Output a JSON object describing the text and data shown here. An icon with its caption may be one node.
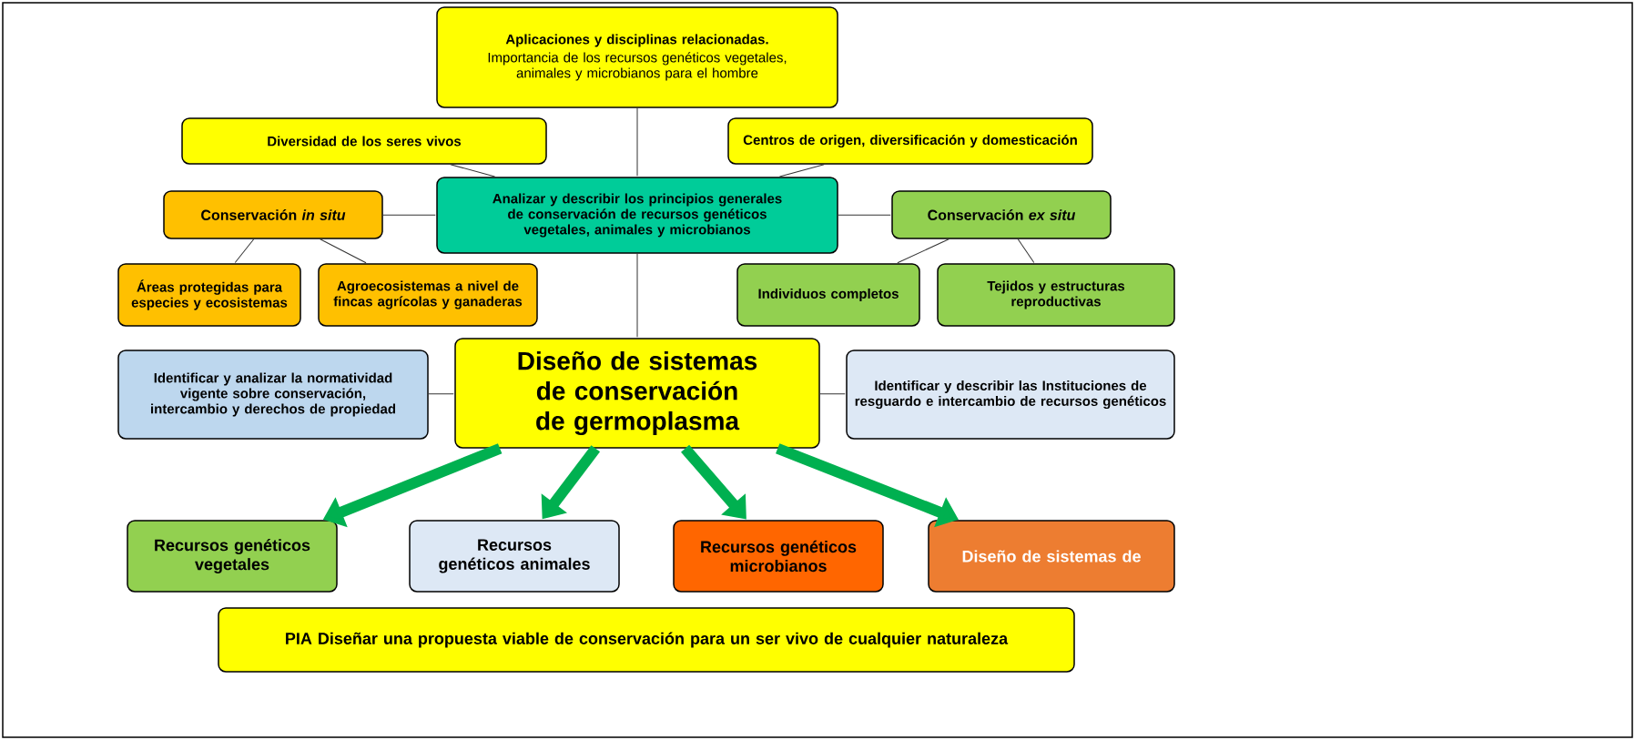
{
  "diagram": {
    "nodes": [
      {
        "text": [
          "Aplicaciones y disciplinas relacionadas.",
          "Importancia de los recursos genéticos vegetales, animales y microbianos para el hombre"
        ]
      },
      {
        "text": [
          "Diversidad de los seres vivos"
        ]
      },
      {
        "text": [
          "Centros de origen, diversificación y domesticación"
        ]
      },
      {
        "text": [
          "Analizar y describir los principios generales de conservación de recursos genéticos vegetales, animales y microbianos"
        ]
      },
      {
        "text": [
          "Conservación *in situ*"
        ]
      },
      {
        "text": [
          "Conservación *ex situ*"
        ]
      },
      {
        "text": [
          "Áreas protegidas para especies y ecosistemas"
        ]
      },
      {
        "text": [
          "Agroecosistemas a nivel de fincas agrícolas y ganaderas"
        ]
      },
      {
        "text": [
          "Individuos completos"
        ]
      },
      {
        "text": [
          "Tejidos y estructuras reproductivas"
        ]
      },
      {
        "text": [
          "Identificar y analizar la normatividad vigente sobre conservación, intercambio y derechos de propiedad"
        ]
      },
      {
        "text": [
          "Diseño de sistemas de conservación de germoplasma"
        ]
      },
      {
        "text": [
          "Identificar y describir las Instituciones de resguardo e intercambio de recursos genéticos"
        ]
      },
      {
        "text": [
          "Recursos genéticos vegetales"
        ]
      },
      {
        "text": [
          "Recursos genéticos animales"
        ]
      },
      {
        "text": [
          "Recursos genéticos microbianos"
        ]
      },
      {
        "text": [
          "Diseño de sistemas de"
        ]
      },
      {
        "text": [
          "PIA Diseñar una propuesta viable de conservación para un ser vivo de cualquier naturaleza"
        ]
      }
    ],
    "edges": [
      {
        "from": 0,
        "to": 3,
        "arrow": "none"
      },
      {
        "from": 1,
        "to": 3,
        "arrow": "none"
      },
      {
        "from": 2,
        "to": 3,
        "arrow": "none"
      },
      {
        "from": 4,
        "to": 3,
        "arrow": "none"
      },
      {
        "from": 3,
        "to": 5,
        "arrow": "none"
      },
      {
        "from": 4,
        "to": 6,
        "arrow": "none"
      },
      {
        "from": 4,
        "to": 7,
        "arrow": "none"
      },
      {
        "from": 5,
        "to": 8,
        "arrow": "none"
      },
      {
        "from": 5,
        "to": 9,
        "arrow": "none"
      },
      {
        "from": 3,
        "to": 11,
        "arrow": "none"
      },
      {
        "from": 10,
        "to": 11,
        "arrow": "none"
      },
      {
        "from": 11,
        "to": 12,
        "arrow": "none"
      },
      {
        "from": 11,
        "to": 13,
        "arrow": "to",
        "style": "thick",
        "color": "#00b050"
      },
      {
        "from": 11,
        "to": 14,
        "arrow": "to",
        "style": "thick",
        "color": "#00b050"
      },
      {
        "from": 11,
        "to": 15,
        "arrow": "to",
        "style": "thick",
        "color": "#00b050"
      },
      {
        "from": 11,
        "to": 16,
        "arrow": "to",
        "style": "thick",
        "color": "#00b050"
      }
    ]
  }
}
